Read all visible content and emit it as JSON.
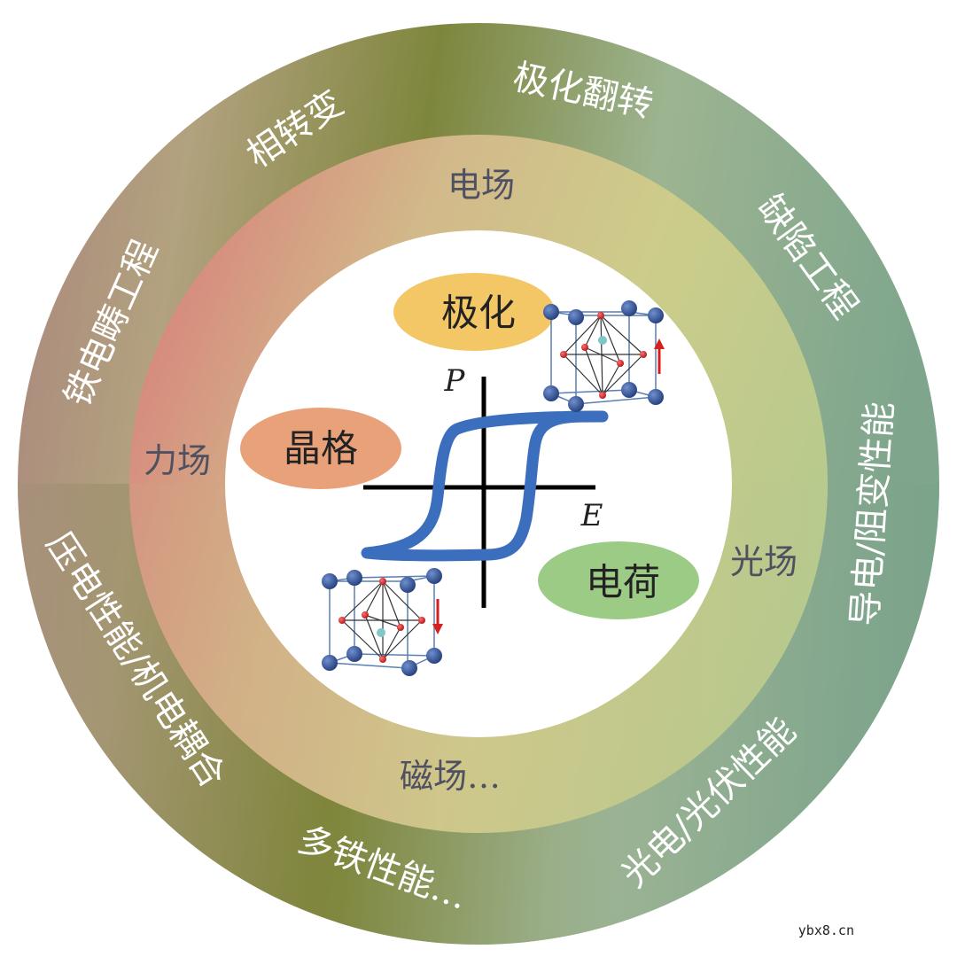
{
  "outer_ring": {
    "labels": [
      "相转变",
      "极化翻转",
      "缺陷工程",
      "导电/阻变性能",
      "光电/光伏性能",
      "多铁性能…",
      "压电性能/机电耦合",
      "铁电畴工程"
    ]
  },
  "middle_ring": {
    "labels": [
      "电场",
      "光场",
      "磁场…",
      "力场"
    ]
  },
  "center": {
    "bubbles": [
      "极化",
      "晶格",
      "电荷"
    ],
    "axis_p": "P",
    "axis_e": "E"
  },
  "watermark": "ybx8.cn",
  "colors": {
    "outer_ring": [
      "#aa847c",
      "#7e863d",
      "#7fa68d"
    ],
    "middle_ring": [
      "#d7867c",
      "#cdcc8a",
      "#b3c98e"
    ],
    "bubble_polarization": "#f3c766",
    "bubble_lattice": "#e9a179",
    "bubble_charge": "#9ccb86",
    "loop": "#3b6fbe"
  }
}
